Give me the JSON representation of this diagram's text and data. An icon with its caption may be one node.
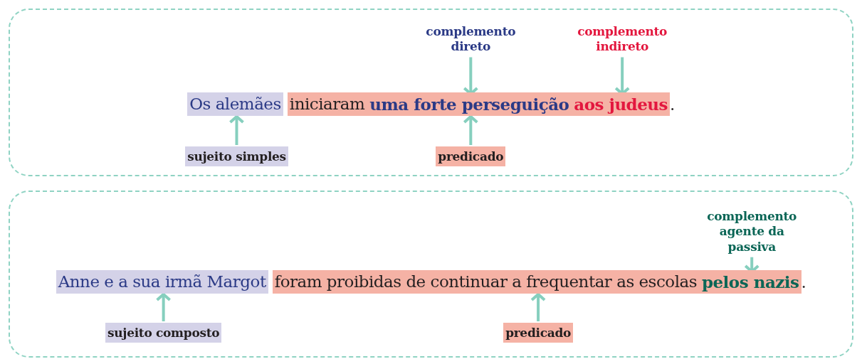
{
  "diagram": {
    "nodes": [
      {
        "text": [],
        "shape": "box"
      },
      {
        "text": [
          "complemento direto"
        ],
        "in": 0
      },
      {
        "text": [
          "complemento indireto"
        ],
        "in": 0
      },
      {
        "text": [
          "Os alemães"
        ],
        "in": 0
      },
      {
        "text": [
          "iniciaram"
        ],
        "in": 0
      },
      {
        "text": [
          "uma forte perseguição"
        ],
        "in": 4
      },
      {
        "text": [
          "aos judeus"
        ],
        "in": 4
      },
      {
        "text": [
          "sujeito simples"
        ],
        "in": 0
      },
      {
        "text": [
          "predicado"
        ],
        "in": 0
      },
      {
        "text": [],
        "shape": "box"
      },
      {
        "text": [
          "complemento agente da passiva"
        ],
        "in": 9
      },
      {
        "text": [
          "Anne e a sua irmã Margot"
        ],
        "in": 9
      },
      {
        "text": [
          "foram proibidas de continuar a frequentar as escolas"
        ],
        "in": 9
      },
      {
        "text": [
          "pelos nazis"
        ],
        "in": 12
      },
      {
        "text": [
          "sujeito composto"
        ],
        "in": 9
      },
      {
        "text": [
          "predicado"
        ],
        "in": 9
      }
    ],
    "edges": [
      {
        "from": 1,
        "to": 5,
        "arrow": "to"
      },
      {
        "from": 2,
        "to": 6,
        "arrow": "to"
      },
      {
        "from": 7,
        "to": 3,
        "arrow": "to"
      },
      {
        "from": 8,
        "to": 4,
        "arrow": "to"
      },
      {
        "from": 10,
        "to": 13,
        "arrow": "to"
      },
      {
        "from": 14,
        "to": 11,
        "arrow": "to"
      },
      {
        "from": 15,
        "to": 12,
        "arrow": "to"
      }
    ],
    "labels": [
      ".",
      "."
    ]
  }
}
